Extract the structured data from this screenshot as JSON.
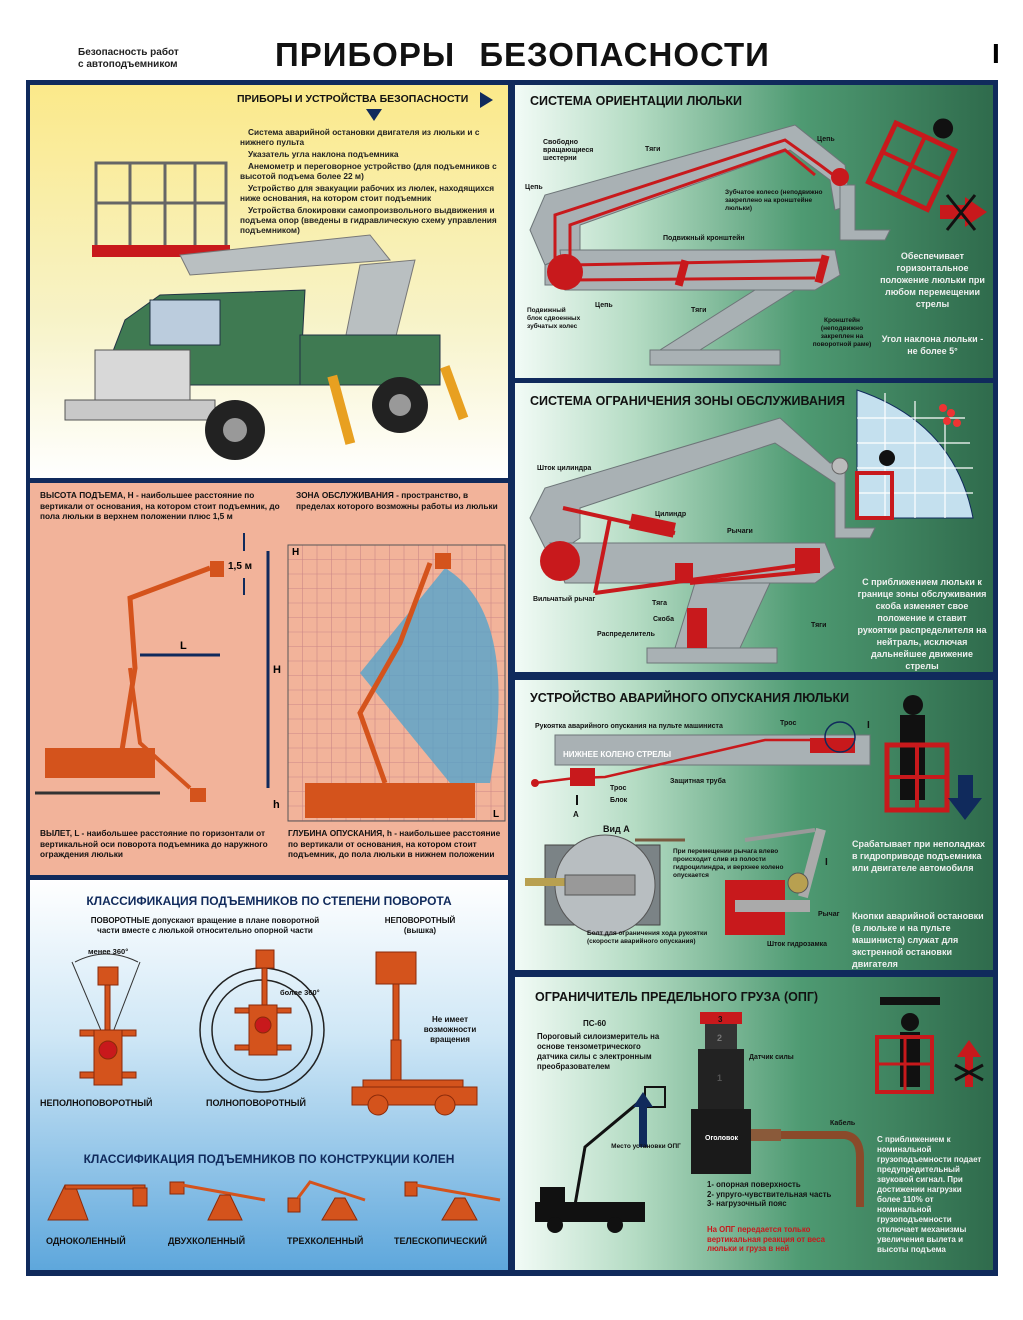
{
  "header": {
    "subtitle_line1": "Безопасность работ",
    "subtitle_line2": "с автоподъемником",
    "title": "ПРИБОРЫ   БЕЗОПАСНОСТИ",
    "sheet_number": "I"
  },
  "devices": {
    "title": "ПРИБОРЫ И УСТРОЙСТВА БЕЗОПАСНОСТИ",
    "items": [
      "Система аварийной остановки двигателя из люльки и с нижнего пульта",
      "Указатель угла наклона подъемника",
      "Анемометр и переговорное устройство (для подъемников с высотой подъема более 22 м)",
      "Устройство для эвакуации рабочих из люлек, находящихся ниже основания, на котором стоит подъемник",
      "Устройства блокировки самопроизвольного выдвижения и подъема опор (введены в гидравлическую схему управления подъемником)"
    ]
  },
  "params": {
    "height": "ВЫСОТА ПОДЪЕМА, Н - наибольшее расстояние по вертикали от основания, на котором стоит подъемник, до пола люльки в верхнем положении плюс 1,5 м",
    "zone": "ЗОНА ОБСЛУЖИВАНИЯ - пространство, в пределах которого возможны работы из люльки",
    "reach": "ВЫЛЕТ, L - наибольшее расстояние по горизонтали от вертикальной оси поворота подъемника до наружного ограждения люльки",
    "depth": "ГЛУБИНА ОПУСКАНИЯ, h - наибольшее расстояние по вертикали от основания, на котором стоит подъемник, до пола люльки в нижнем положении",
    "lbl_15": "1,5 м",
    "lbl_L": "L",
    "lbl_H": "H",
    "lbl_h": "h"
  },
  "rotation": {
    "title": "КЛАССИФИКАЦИЯ ПОДЪЕМНИКОВ ПО СТЕПЕНИ ПОВОРОТА",
    "rotary_desc": "ПОВОРОТНЫЕ допускают вращение в плане поворотной части вместе с люлькой относительно опорной части",
    "non_rotary_title": "НЕПОВОРОТНЫЙ",
    "non_rotary_sub": "(вышка)",
    "less360": "менее 360°",
    "more360": "более 360°",
    "no_rotation": "Не имеет возможности вращения",
    "partial": "НЕПОЛНОПОВОРОТНЫЙ",
    "full": "ПОЛНОПОВОРОТНЫЙ"
  },
  "knees": {
    "title": "КЛАССИФИКАЦИЯ ПОДЪЕМНИКОВ ПО КОНСТРУКЦИИ КОЛЕН",
    "types": [
      "ОДНОКОЛЕННЫЙ",
      "ДВУХКОЛЕННЫЙ",
      "ТРЕХКОЛЕННЫЙ",
      "ТЕЛЕСКОПИЧЕСКИЙ"
    ]
  },
  "orientation": {
    "title": "СИСТЕМА ОРИЕНТАЦИИ ЛЮЛЬКИ",
    "gears": "Свободно вращающиеся шестерни",
    "rods1": "Тяги",
    "chain1": "Цепь",
    "chain2": "Цепь",
    "chain3": "Цепь",
    "gear_wheel": "Зубчатое колесо (неподвижно закреплено на кронштейне люльки)",
    "bracket_mov": "Подвижный кронштейн",
    "block": "Подвижный блок сдвоенных зубчатых колес",
    "rods2": "Тяги",
    "bracket_fix": "Кронштейн (неподвижно закреплен на поворотной раме)",
    "desc": "Обеспечивает горизонтальное положение люльки при любом перемещении стрелы",
    "angle": "Угол наклона люльки - не более 5°"
  },
  "zone_limit": {
    "title": "СИСТЕМА ОГРАНИЧЕНИЯ ЗОНЫ ОБСЛУЖИВАНИЯ",
    "rod": "Шток цилиндра",
    "cyl": "Цилиндр",
    "levers": "Рычаги",
    "fork": "Вильчатый рычаг",
    "pull": "Тяга",
    "bracket": "Скоба",
    "distributor": "Распределитель",
    "pulls": "Тяги",
    "desc": "С приближением люльки к границе зоны обслуживания скоба изменяет свое положение и ставит рукоятки распределителя на нейтраль, исключая дальнейшее движение стрелы"
  },
  "emergency": {
    "title": "УСТРОЙСТВО АВАРИЙНОГО ОПУСКАНИЯ ЛЮЛЬКИ",
    "handle": "Рукоятка аварийного опускания на пульте машиниста",
    "cable": "Трос",
    "boom": "НИЖНЕЕ КОЛЕНО СТРЕЛЫ",
    "tube": "Защитная труба",
    "cable2": "Трос",
    "block": "Блок",
    "a": "А",
    "view_a": "Вид А",
    "mark": "I",
    "mark2": "I",
    "lever_note": "При перемещении рычага влево происходит слив из полости гидроцилиндра, и верхнее колено опускается",
    "bolt": "Болт для ограничения хода рукоятки (скорости аварийного опускания)",
    "lever": "Рычаг",
    "stem": "Шток гидрозамка",
    "desc1": "Срабатывает при неполадках в гидроприводе подъемника или двигателе автомобиля",
    "desc2": "Кнопки аварийной остановки (в люльке и на пульте машиниста) служат для экстренной остановки двигателя"
  },
  "opg": {
    "title": "ОГРАНИЧИТЕЛЬ ПРЕДЕЛЬНОГО ГРУЗА (ОПГ)",
    "model": "ПС-60",
    "model_desc": "Пороговый силоизмеритель на основе тензометрического датчика силы с электронным преобразователем",
    "place": "Место установки ОПГ",
    "sensor": "Датчик силы",
    "head": "Оголовок",
    "cable": "Кабель",
    "n1": "1",
    "n2": "2",
    "n3": "3",
    "legend": [
      "1- опорная поверхность",
      "2- упруго-чувствительная часть",
      "3- нагрузочный пояс"
    ],
    "note": "На ОПГ передается только вертикальная реакция от веса люльки и груза в ней",
    "desc": "С приближением к номинальной грузоподъемности подает предупредительный звуковой сигнал. При достижении нагрузки более 110% от номинальной грузоподъемности отключает механизмы увеличения вылета и высоты подъема"
  },
  "colors": {
    "frame": "#102a5c",
    "red": "#c8191c",
    "orange": "#d4531c",
    "grey": "#a9b1b4"
  }
}
